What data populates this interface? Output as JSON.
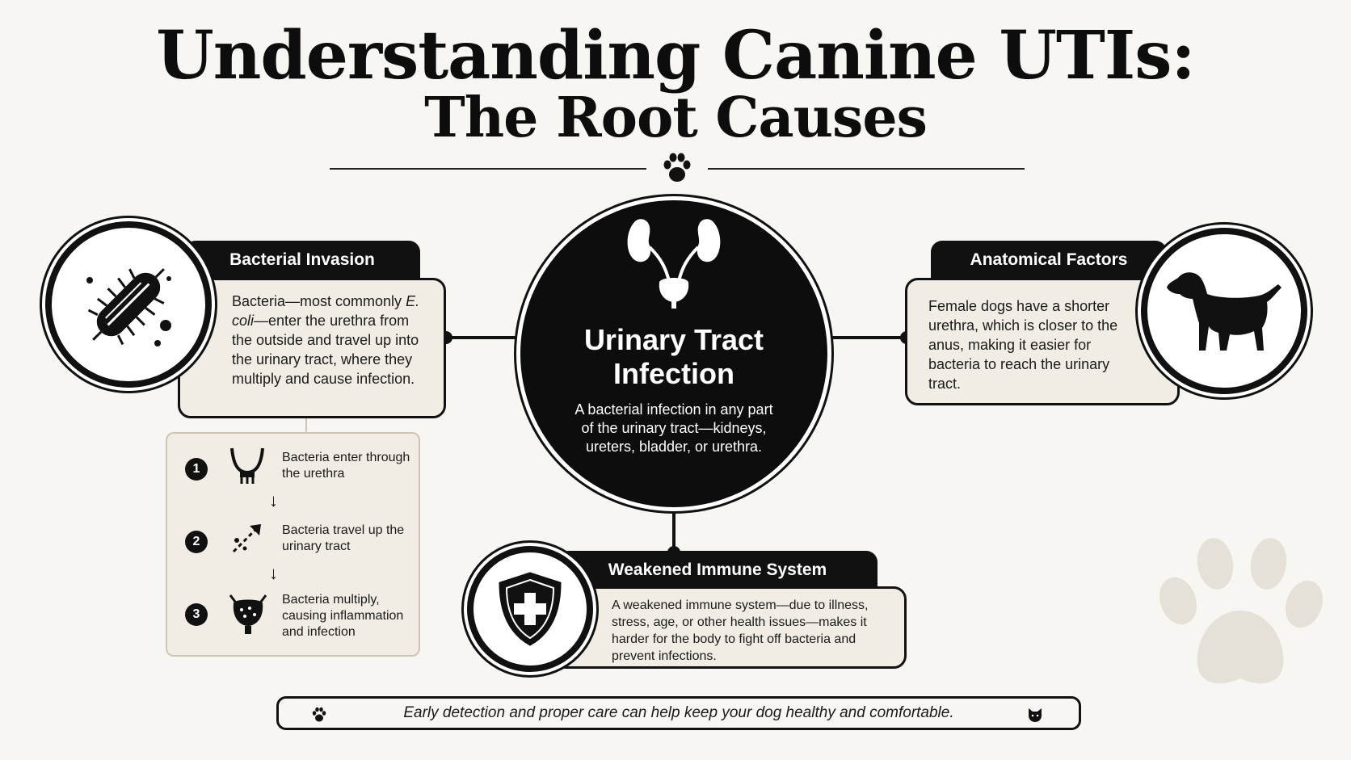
{
  "title": {
    "line1": "Understanding Canine UTIs:",
    "line2": "The Root Causes"
  },
  "center": {
    "title_line1": "Urinary Tract",
    "title_line2": "Infection",
    "description": "A bacterial infection in any part of the urinary tract—kidneys, ureters, bladder, or urethra."
  },
  "bacterial": {
    "tab": "Bacterial Invasion",
    "text_prefix": "Bacteria—most commonly ",
    "text_italic": "E. coli",
    "text_suffix": "—enter the urethra from the outside and travel up into the urinary tract, where they multiply and cause infection."
  },
  "steps": [
    {
      "num": "1",
      "text": "Bacteria enter through the urethra"
    },
    {
      "num": "2",
      "text": "Bacteria travel up the urinary tract"
    },
    {
      "num": "3",
      "text": "Bacteria multiply, causing inflammation and infection"
    }
  ],
  "anatomical": {
    "tab": "Anatomical Factors",
    "text": "Female dogs have a shorter urethra, which is closer to the anus, making it easier for bacteria to reach the urinary tract."
  },
  "immune": {
    "tab": "Weakened Immune System",
    "text": "A weakened immune system—due to illness, stress, age, or other health issues—makes it harder for the body to fight off bacteria and prevent infections."
  },
  "footer": {
    "text": "Early detection and proper care can help keep your dog healthy and comfortable."
  },
  "icons": {
    "title_divider": "paw-icon",
    "center": "urinary-system-icon",
    "bacterial": "bacteria-icon",
    "anatomical": "dog-silhouette-icon",
    "immune": "shield-cross-icon",
    "watermark": "paw-watermark-icon"
  },
  "colors": {
    "dark": "#111111",
    "cream": "#f1ede5",
    "background": "#f7f6f3",
    "paw_watermark": "#e6e1d8"
  }
}
